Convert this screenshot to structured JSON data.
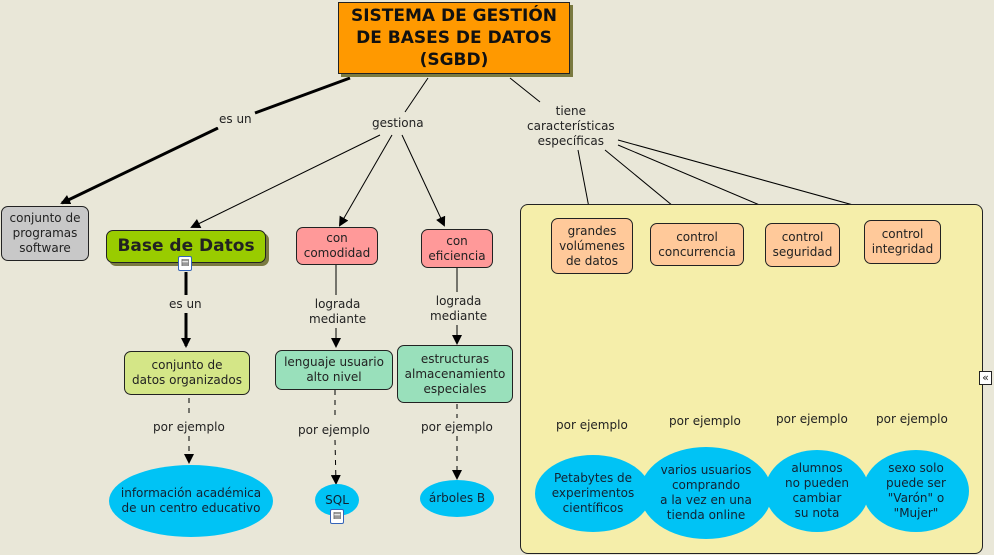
{
  "map": {
    "root": "SISTEMA DE GESTIÓN\nDE BASES DE DATOS\n(SGBD)",
    "nodes": {
      "conjunto_programas": "conjunto de\nprogramas\nsoftware",
      "base_datos": "Base de Datos",
      "con_comodidad": "con\ncomodidad",
      "con_eficiencia": "con\neficiencia",
      "conjunto_datos": "conjunto de\ndatos organizados",
      "lenguaje": "lenguaje usuario\nalto nivel",
      "estructuras": "estructuras\nalmacenamiento\nespeciales",
      "grandes_volumenes": "grandes\nvolúmenes\nde datos",
      "control_concurrencia": "control\nconcurrencia",
      "control_seguridad": "control\nseguridad",
      "control_integridad": "control\nintegridad",
      "info_academica": "información académica\nde un centro educativo",
      "sql": "SQL",
      "arboles_b": "árboles B",
      "petabytes": "Petabytes de\nexperimentos\ncientíficos",
      "varios_usuarios": "varios usuarios\ncomprando\na la vez en una\ntienda online",
      "alumnos": "alumnos\nno pueden\ncambiar\nsu nota",
      "sexo": "sexo solo\npuede ser\n\"Varón\" o\n\"Mujer\""
    },
    "links": {
      "es_un_1": "es un",
      "gestiona": "gestiona",
      "tiene": "tiene\ncaracterísticas\nespecíficas",
      "es_un_2": "es un",
      "lograda_1": "lograda\nmediante",
      "lograda_2": "lograda\nmediante",
      "ejemplo": "por ejemplo"
    },
    "icons": {
      "resource": "document-icon",
      "collapse": "collapse-panel-icon"
    },
    "colors": {
      "root": "#ff9900",
      "base_datos": "#99cc00",
      "grey": "#c8c8c8",
      "pink": "#ff9999",
      "lime": "#d4e687",
      "mint": "#99e0bb",
      "peach": "#ffc99a",
      "cyan": "#00c3f5",
      "panel": "#f5eeaa"
    }
  }
}
